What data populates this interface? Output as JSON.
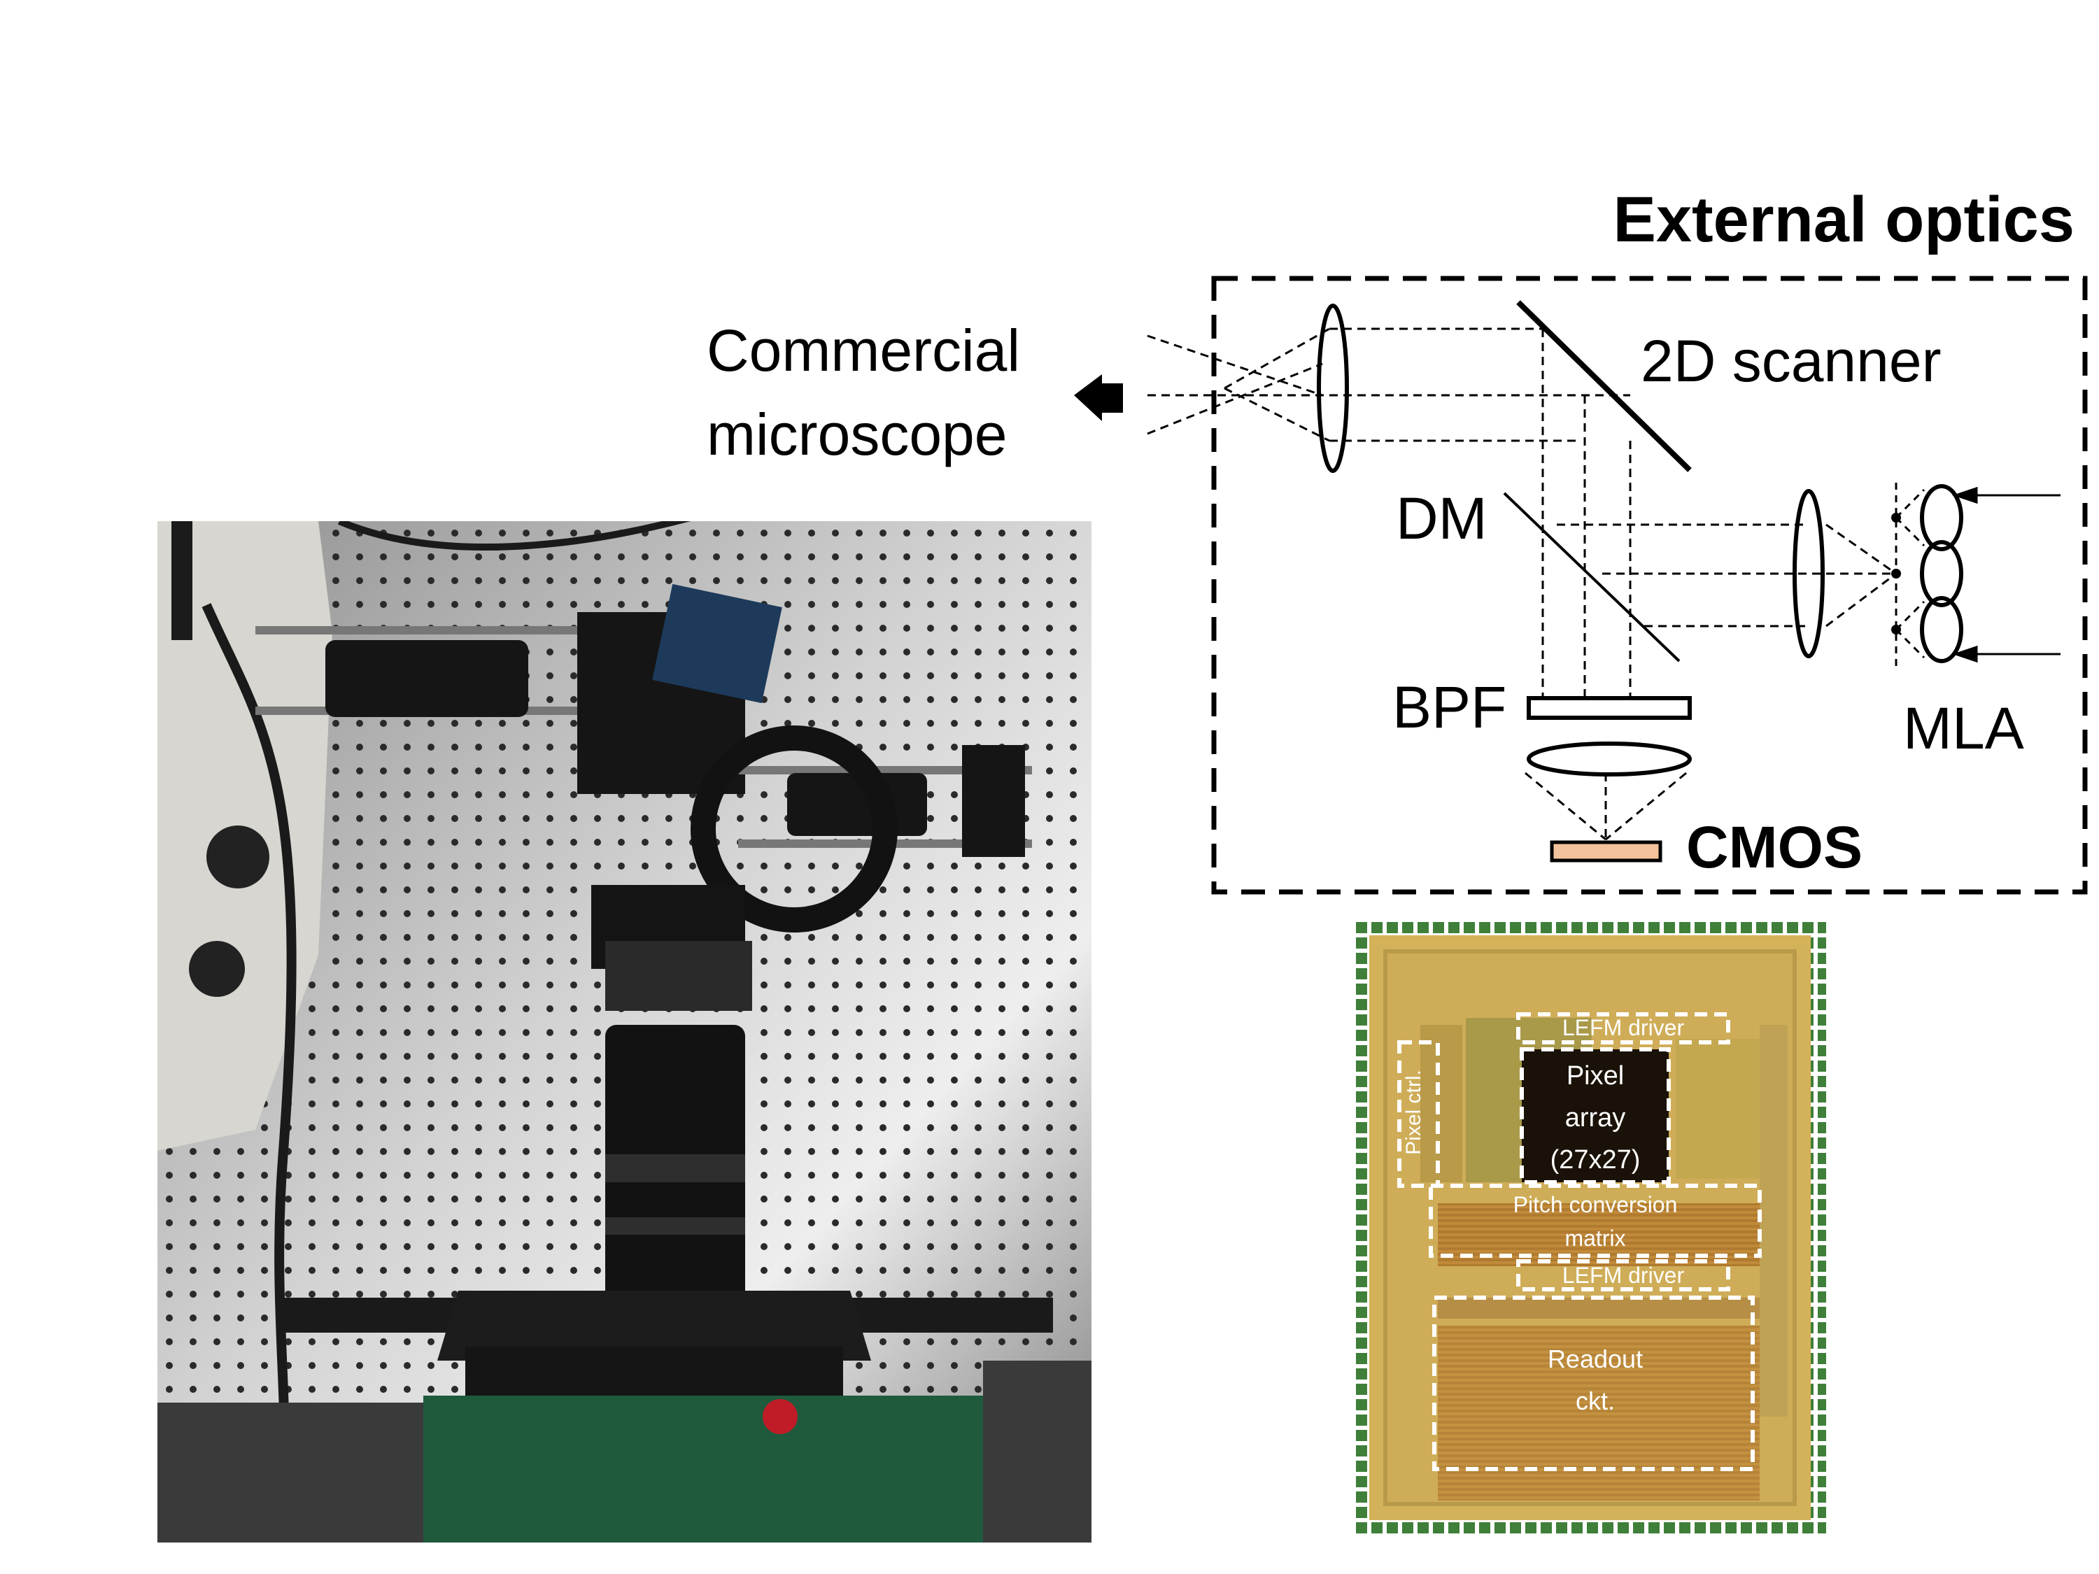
{
  "diagram": {
    "title": "External optics",
    "commercial_line1": "Commercial",
    "commercial_line2": "microscope",
    "scanner": "2D scanner",
    "dm": "DM",
    "bpf": "BPF",
    "mla": "MLA",
    "cmos": "CMOS",
    "cmos_color": "#f4c39b"
  },
  "chip": {
    "lefm_driver_top": "LEFM driver",
    "pixel_ctrl": "Pixel ctrl.",
    "pixel_line1": "Pixel",
    "pixel_line2": "array",
    "pixel_line3": "(27x27)",
    "pitch_line1": "Pitch conversion",
    "pitch_line2": "matrix",
    "lefm_driver_bottom": "LEFM driver",
    "readout_line1": "Readout",
    "readout_line2": "ckt."
  }
}
